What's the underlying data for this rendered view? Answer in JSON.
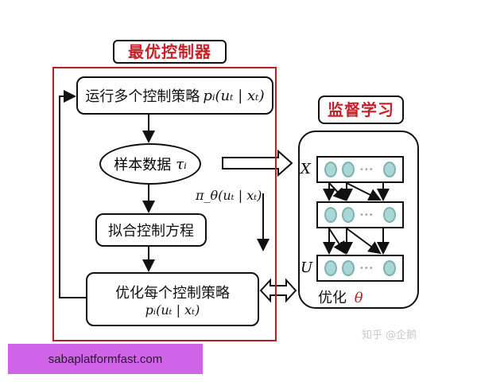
{
  "optimal_controller": {
    "title": "最优控制器",
    "steps": {
      "run_policies": {
        "label": "运行多个控制策略",
        "math": "pᵢ(uₜ | xₜ)"
      },
      "sample_data": {
        "label": "样本数据",
        "math": "τᵢ"
      },
      "fit_dynamics": {
        "label": "拟合控制方程"
      },
      "optimize_policies": {
        "label": "优化每个控制策略",
        "math": "pᵢ(uₜ | xₜ)"
      }
    },
    "policy_label": "π_θ(uₜ | xₜ)"
  },
  "supervised_learning": {
    "title": "监督学习",
    "input_label": "X",
    "output_label": "U",
    "ellipsis": "•••",
    "optimize_label": "优化",
    "theta": "θ"
  },
  "colors": {
    "accent_red": "#c8202a",
    "frame_red": "#b52025",
    "neuron_fill": "#a9d6d6",
    "ad_bg": "#d063e8"
  },
  "watermark": "知乎 @企鹅",
  "ad_banner": {
    "text": "sabaplatformfast.com"
  }
}
